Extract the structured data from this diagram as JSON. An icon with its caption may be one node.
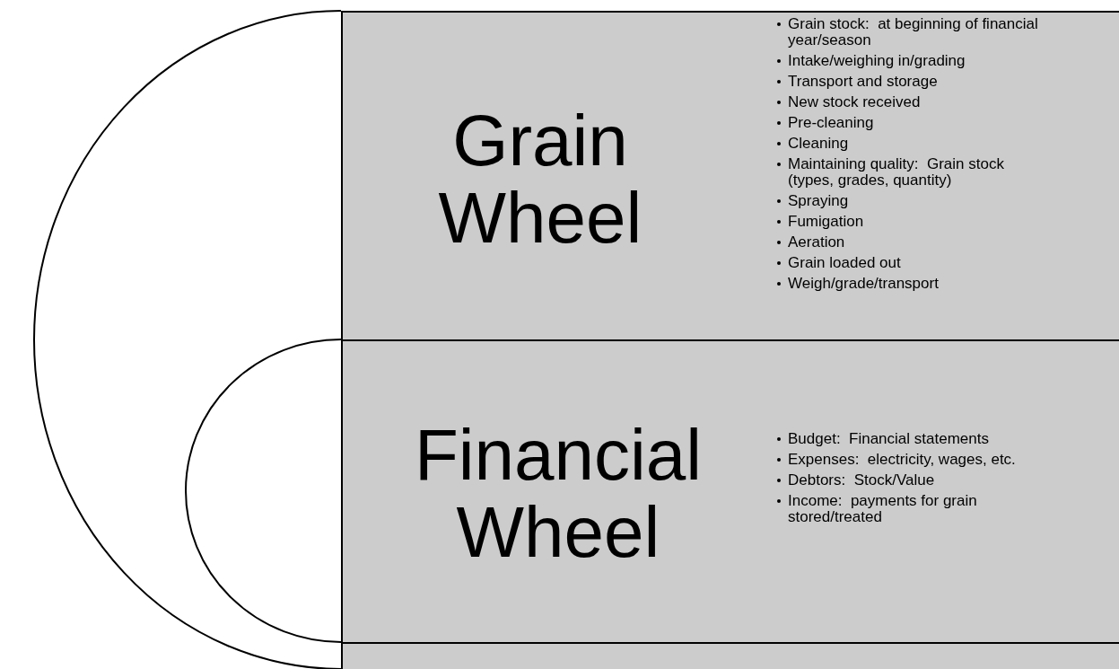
{
  "diagram": {
    "nodes": [
      {
        "text": [
          "Grain Wheel",
          "Grain stock:  at beginning of financial year/season",
          "Intake/weighing in/grading",
          "Transport and storage",
          "New stock received",
          "Pre-cleaning",
          "Cleaning",
          "Maintaining quality:  Grain stock (types, grades, quantity)",
          "Spraying",
          "Fumigation",
          "Aeration",
          "Grain loaded out",
          "Weigh/grade/transport"
        ]
      },
      {
        "text": [
          "Financial Wheel",
          "Budget:  Financial statements",
          "Expenses:  electricity, wages, etc.",
          "Debtors:  Stock/Value",
          "Income:  payments for grain stored/treated"
        ]
      },
      {
        "text": [],
        "shape": "box"
      }
    ],
    "edges": [
      {
        "from": 0,
        "to": 2,
        "arrow": "none"
      },
      {
        "from": 1,
        "to": 2,
        "arrow": "none"
      }
    ]
  }
}
